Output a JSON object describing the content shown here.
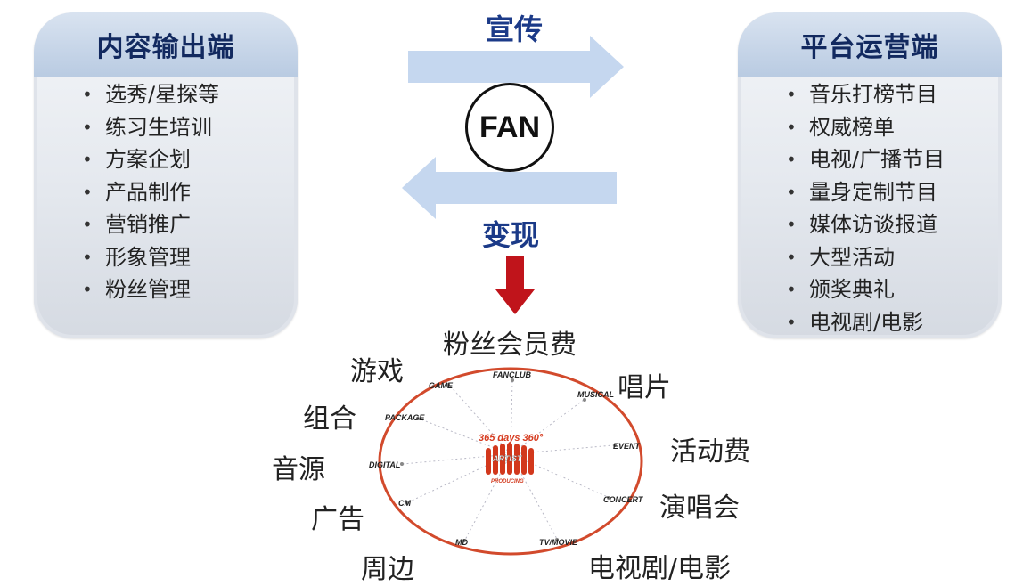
{
  "left_card": {
    "title": "内容输出端",
    "items": [
      "选秀/星探等",
      "练习生培训",
      "方案企划",
      "产品制作",
      "营销推广",
      "形象管理",
      "粉丝管理"
    ]
  },
  "right_card": {
    "title": "平台运营端",
    "items": [
      "音乐打榜节目",
      "权威榜单",
      "电视/广播节目",
      "量身定制节目",
      "媒体访谈报道",
      "大型活动",
      "颁奖典礼",
      "电视剧/电影"
    ]
  },
  "center": {
    "top_label": "宣传",
    "fan_label": "FAN",
    "bottom_label": "变现"
  },
  "revenue": {
    "fanclub": "粉丝会员费",
    "game": "游戏",
    "package": "组合",
    "digital": "音源",
    "cm": "广告",
    "md": "周边",
    "musical": "唱片",
    "event": "活动费",
    "concert": "演唱会",
    "tvmovie": "电视剧/电影"
  },
  "diagram": {
    "center_caption": "365 days 360°",
    "center_word": "ARTIST",
    "center_sub": "PRODUCING",
    "nodes": {
      "fanclub": "FANCLUB",
      "musical": "MUSICAL",
      "event": "EVENT",
      "concert": "CONCERT",
      "tvmovie": "TV/MOVIE",
      "md": "MD",
      "cm": "CM",
      "digital": "DIGITAL",
      "package": "PACKAGE",
      "game": "GAME"
    }
  },
  "colors": {
    "title_navy": "#12295f",
    "arrow_blue": "#c5d7ef",
    "down_arrow_red": "#c0141b",
    "ring_red": "#d24a2c"
  }
}
